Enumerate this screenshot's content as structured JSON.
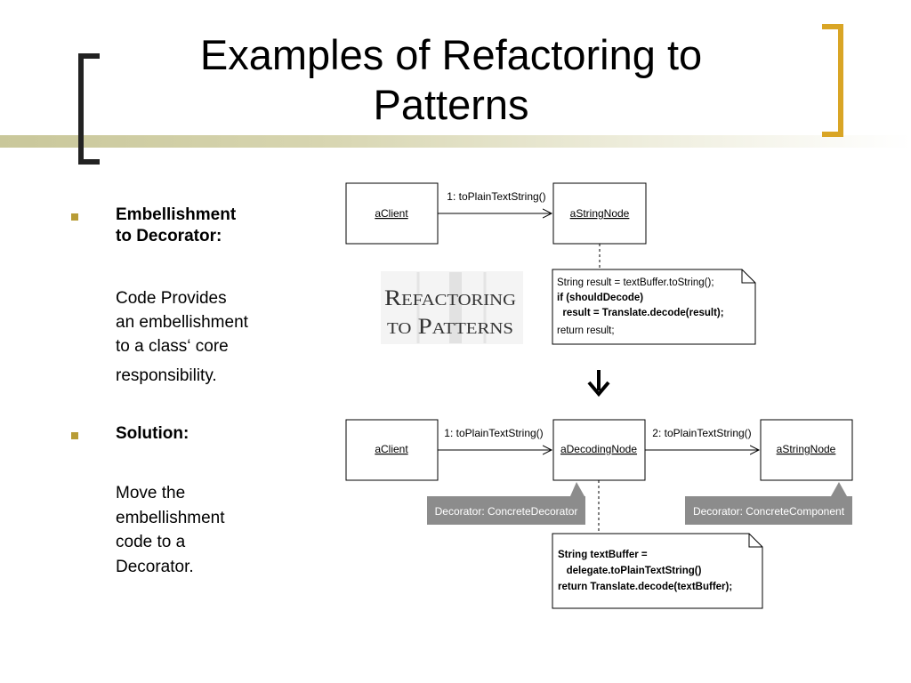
{
  "slide": {
    "title_line1": "Examples of Refactoring to",
    "title_line2": "Patterns",
    "accent_color": "#d9a525",
    "band_color": "#c9c79a",
    "bullet_color": "#b89c36"
  },
  "bullets": [
    {
      "heading_line1": "Embellishment",
      "heading_line2": "to Decorator:",
      "body": [
        "Code Provides",
        "an embellishment",
        "to a class‘  core",
        "responsibility."
      ]
    },
    {
      "heading_line1": "Solution:",
      "heading_line2": "",
      "body": [
        "Move the",
        "embellishment",
        "code to a",
        "Decorator."
      ]
    }
  ],
  "diagram": {
    "top": {
      "client": "aClient",
      "node": "aStringNode",
      "message": "1: toPlainTextString()",
      "note": [
        "String result = textBuffer.toString();",
        "if (shouldDecode)",
        "  result = Translate.decode(result);",
        "return result;"
      ]
    },
    "logo": {
      "line1": "Refactoring",
      "line2": "to Patterns"
    },
    "arrow": "down-arrow-icon",
    "bottom": {
      "client": "aClient",
      "decorator": "aDecodingNode",
      "component": "aStringNode",
      "message1": "1: toPlainTextString()",
      "message2": "2: toPlainTextString()",
      "role_decorator": "Decorator: ConcreteDecorator",
      "role_component": "Decorator: ConcreteComponent",
      "note": [
        "String textBuffer =",
        "   delegate.toPlainTextString()",
        "return Translate.decode(textBuffer);"
      ]
    }
  }
}
